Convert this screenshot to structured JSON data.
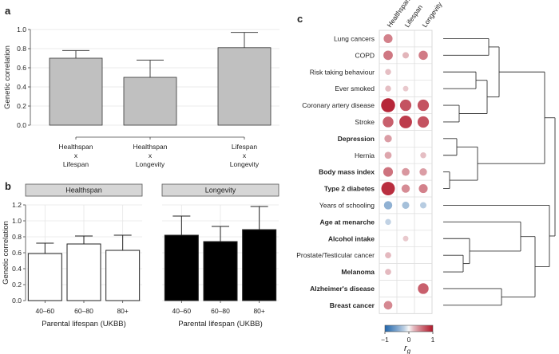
{
  "chart_data": [
    {
      "type": "bar",
      "panel": "a",
      "ylabel": "Genetic correlation",
      "ylim": [
        0,
        1.0
      ],
      "yticks": [
        "0.0",
        "0.2",
        "0.4",
        "0.6",
        "0.8",
        "1.0"
      ],
      "categories": [
        [
          "Healthspan",
          "x",
          "Lifespan"
        ],
        [
          "Healthspan",
          "x",
          "Longevity"
        ],
        [
          "Lifespan",
          "x",
          "Longevity"
        ]
      ],
      "values": [
        0.7,
        0.5,
        0.81
      ],
      "error_upper": [
        0.78,
        0.68,
        0.97
      ],
      "bar_color": "#c0c0c0"
    },
    {
      "type": "bar",
      "panel": "b",
      "ylabel": "Genetic correlation",
      "xlabel": "Parental lifespan (UKBB)",
      "ylim": [
        0,
        1.2
      ],
      "yticks": [
        "0.0",
        "0.2",
        "0.4",
        "0.6",
        "0.8",
        "1.0",
        "1.2"
      ],
      "facets": [
        {
          "title": "Healthspan",
          "categories": [
            "40–60",
            "60–80",
            "80+"
          ],
          "values": [
            0.59,
            0.71,
            0.63
          ],
          "error_upper": [
            0.72,
            0.81,
            0.82
          ],
          "bar_color": "#ffffff"
        },
        {
          "title": "Longevity",
          "categories": [
            "40–60",
            "60–80",
            "80+"
          ],
          "values": [
            0.82,
            0.74,
            0.89
          ],
          "error_upper": [
            1.06,
            0.93,
            1.18
          ],
          "bar_color": "#000000"
        }
      ]
    },
    {
      "type": "heatmap",
      "panel": "c",
      "columns": [
        "Healthspan",
        "Lifespan",
        "Longevity"
      ],
      "rows": [
        {
          "label": "Lung cancers",
          "bold": false,
          "values": [
            0.45,
            null,
            null
          ]
        },
        {
          "label": "COPD",
          "bold": false,
          "values": [
            0.5,
            0.22,
            0.48
          ]
        },
        {
          "label": "Risk taking behaviour",
          "bold": false,
          "values": [
            0.18,
            null,
            null
          ]
        },
        {
          "label": "Ever smoked",
          "bold": false,
          "values": [
            0.18,
            0.14,
            null
          ]
        },
        {
          "label": "Coronary artery disease",
          "bold": false,
          "values": [
            0.92,
            0.68,
            0.68
          ]
        },
        {
          "label": "Stroke",
          "bold": false,
          "values": [
            0.62,
            0.8,
            0.68
          ]
        },
        {
          "label": "Depression",
          "bold": true,
          "values": [
            0.32,
            null,
            null
          ]
        },
        {
          "label": "Hernia",
          "bold": false,
          "values": [
            0.28,
            null,
            0.18
          ]
        },
        {
          "label": "Body mass index",
          "bold": true,
          "values": [
            0.52,
            0.35,
            0.32
          ]
        },
        {
          "label": "Type 2 diabetes",
          "bold": true,
          "values": [
            0.88,
            0.4,
            0.45
          ]
        },
        {
          "label": "Years of schooling",
          "bold": false,
          "values": [
            -0.4,
            -0.3,
            -0.22
          ]
        },
        {
          "label": "Age at menarche",
          "bold": true,
          "values": [
            -0.18,
            null,
            null
          ]
        },
        {
          "label": "Alcohol intake",
          "bold": true,
          "values": [
            null,
            0.14,
            null
          ]
        },
        {
          "label": "Prostate/Testicular cancer",
          "bold": false,
          "values": [
            0.2,
            null,
            null
          ]
        },
        {
          "label": "Melanoma",
          "bold": true,
          "values": [
            0.2,
            null,
            null
          ]
        },
        {
          "label": "Alzheimer's disease",
          "bold": true,
          "values": [
            null,
            null,
            0.62
          ]
        },
        {
          "label": "Breast cancer",
          "bold": true,
          "values": [
            0.42,
            null,
            null
          ]
        }
      ],
      "colorbar": {
        "ticks": [
          "−1",
          "0",
          "1"
        ],
        "label_main": "r",
        "label_sub": "g"
      },
      "colors": {
        "negative": "#2166ac",
        "neutral": "#f7f7f7",
        "positive": "#b2182b"
      }
    }
  ],
  "panel_labels": [
    "a",
    "b",
    "c"
  ]
}
